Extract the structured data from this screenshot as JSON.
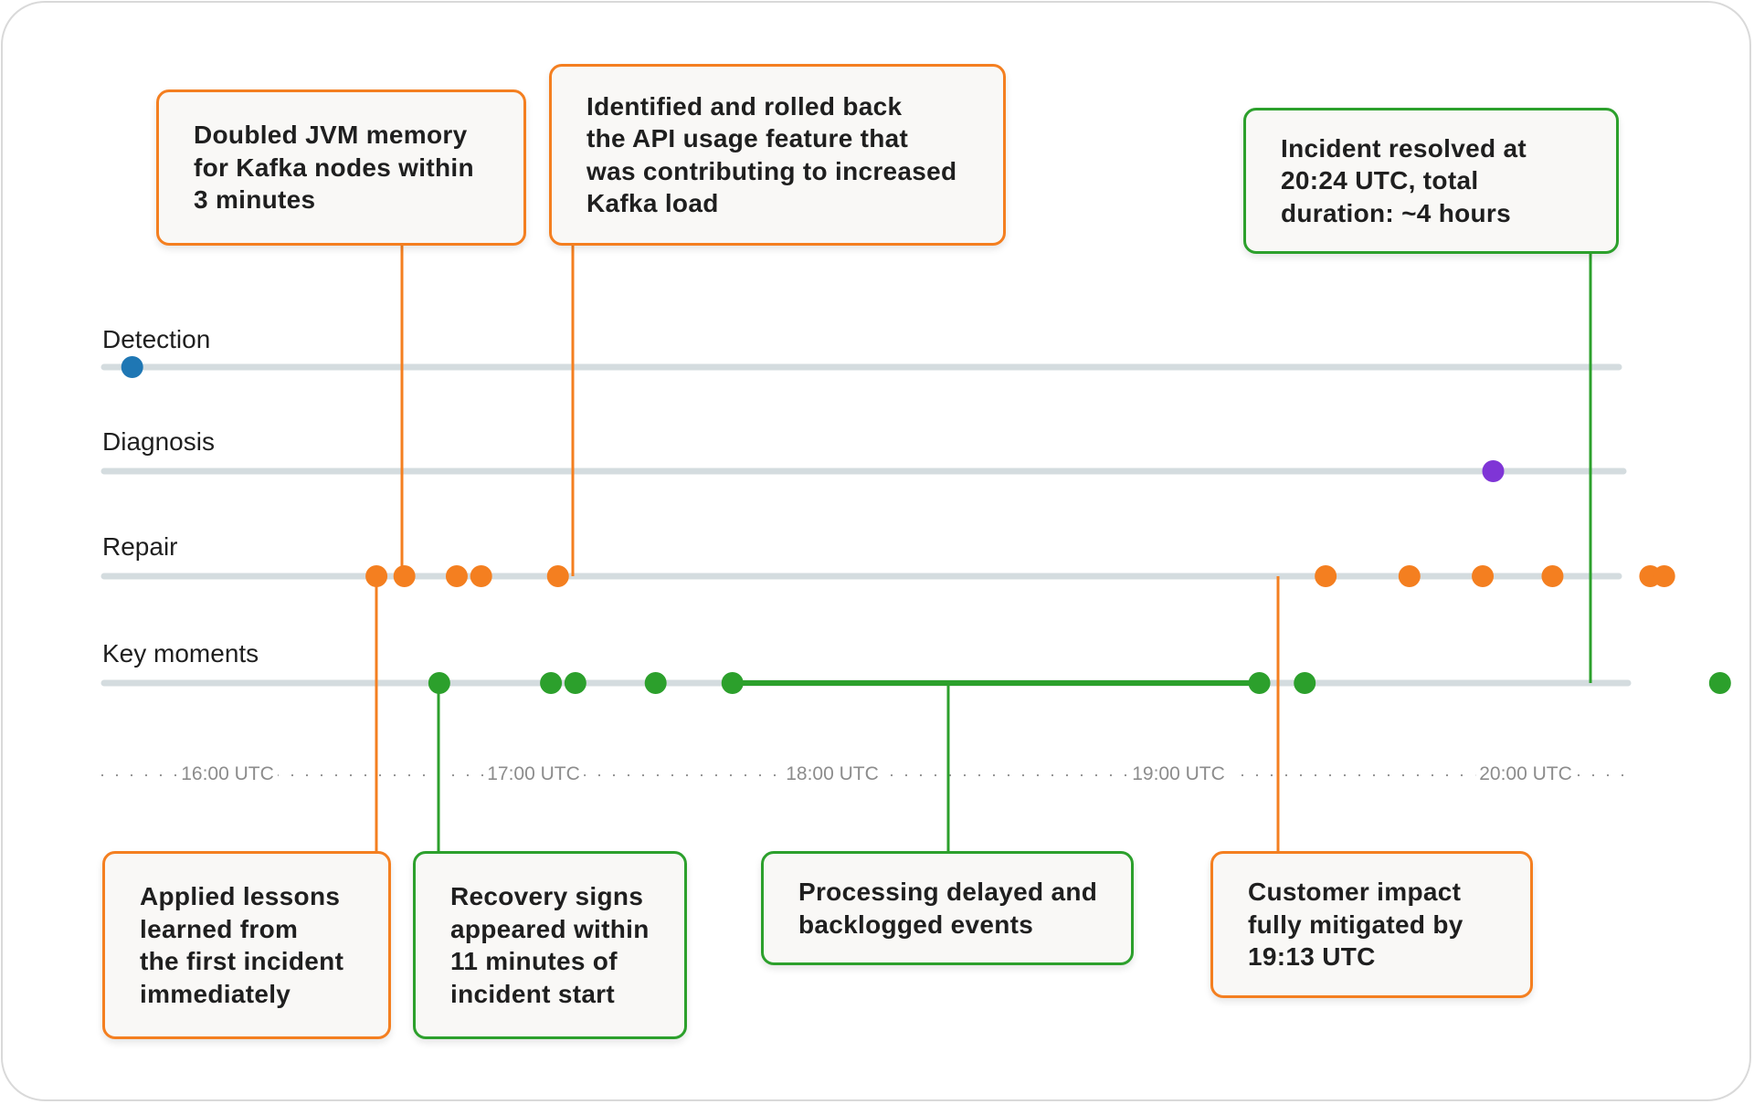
{
  "colors": {
    "orange": "#f47f20",
    "green": "#2ca02c",
    "blue": "#1f77b4",
    "purple": "#7f35d6",
    "track": "#d4dcdf"
  },
  "rows": [
    {
      "key": "detection",
      "label": "Detection"
    },
    {
      "key": "diagnosis",
      "label": "Diagnosis"
    },
    {
      "key": "repair",
      "label": "Repair"
    },
    {
      "key": "key_moments",
      "label": "Key moments"
    }
  ],
  "axis_ticks": [
    "16:00 UTC",
    "17:00 UTC",
    "18:00 UTC",
    "19:00 UTC",
    "20:00 UTC"
  ],
  "callouts": {
    "jvm": "Doubled JVM memory\nfor Kafka nodes within\n3 minutes",
    "api": "Identified and rolled back\nthe API usage feature that\nwas contributing to increased\nKafka load",
    "resolved": "Incident resolved at\n20:24 UTC, total\nduration: ~4 hours",
    "lessons": "Applied lessons\nlearned from\nthe first incident\nimmediately",
    "recovery": "Recovery signs\nappeared within\n11 minutes of\nincident start",
    "backlog": "Processing delayed and\nbacklogged events",
    "mitigated": "Customer impact\nfully mitigated by\n19:13 UTC"
  },
  "events": {
    "detection": [
      15.85
    ],
    "diagnosis": [
      19.75
    ],
    "repair": [
      16.55,
      16.63,
      16.78,
      16.85,
      17.07,
      19.27,
      19.51,
      19.72,
      19.92,
      20.2,
      20.24
    ],
    "key_moments": [
      16.73,
      17.05,
      17.12,
      17.35,
      17.57,
      19.08,
      19.21,
      20.4
    ]
  },
  "backlog_span": [
    17.57,
    19.08
  ]
}
